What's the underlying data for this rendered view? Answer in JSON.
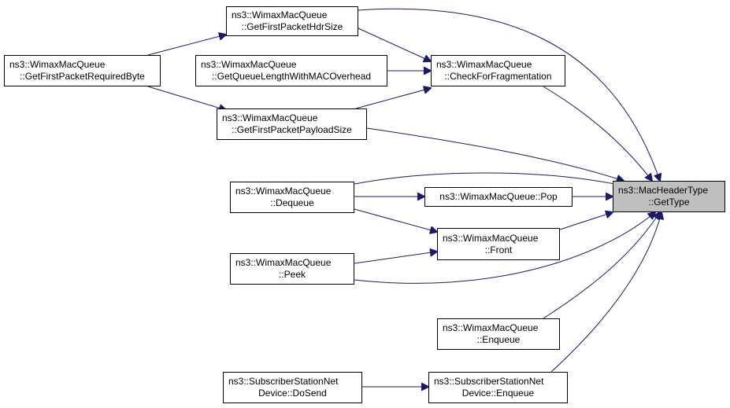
{
  "colors": {
    "edge": "#191970",
    "node_border": "#000000",
    "node_fill": "#ffffff",
    "focus_fill": "#bfbfbf"
  },
  "nodes": {
    "get_type": {
      "line1": "ns3::MacHeaderType",
      "line2": "::GetType"
    },
    "get_first_packet_hdr_size": {
      "line1": "ns3::WimaxMacQueue",
      "line2": "::GetFirstPacketHdrSize"
    },
    "get_first_packet_required_byte": {
      "line1": "ns3::WimaxMacQueue",
      "line2": "::GetFirstPacketRequiredByte"
    },
    "get_queue_length_with_mac_overhead": {
      "line1": "ns3::WimaxMacQueue",
      "line2": "::GetQueueLengthWithMACOverhead"
    },
    "check_for_fragmentation": {
      "line1": "ns3::WimaxMacQueue",
      "line2": "::CheckForFragmentation"
    },
    "get_first_packet_payload_size": {
      "line1": "ns3::WimaxMacQueue",
      "line2": "::GetFirstPacketPayloadSize"
    },
    "dequeue": {
      "line1": "ns3::WimaxMacQueue",
      "line2": "::Dequeue"
    },
    "pop": {
      "line1": "ns3::WimaxMacQueue::Pop"
    },
    "front": {
      "line1": "ns3::WimaxMacQueue",
      "line2": "::Front"
    },
    "peek": {
      "line1": "ns3::WimaxMacQueue",
      "line2": "::Peek"
    },
    "wimax_enqueue": {
      "line1": "ns3::WimaxMacQueue",
      "line2": "::Enqueue"
    },
    "do_send": {
      "line1": "ns3::SubscriberStationNet",
      "line2": "Device::DoSend"
    },
    "ss_enqueue": {
      "line1": "ns3::SubscriberStationNet",
      "line2": "Device::Enqueue"
    }
  },
  "edges": [
    {
      "from": "get_first_packet_hdr_size",
      "to": "get_type"
    },
    {
      "from": "get_first_packet_required_byte",
      "to": "get_first_packet_hdr_size"
    },
    {
      "from": "get_first_packet_required_byte",
      "to": "get_first_packet_payload_size"
    },
    {
      "from": "get_first_packet_hdr_size",
      "to": "check_for_fragmentation"
    },
    {
      "from": "get_queue_length_with_mac_overhead",
      "to": "check_for_fragmentation"
    },
    {
      "from": "get_first_packet_payload_size",
      "to": "check_for_fragmentation"
    },
    {
      "from": "check_for_fragmentation",
      "to": "get_type"
    },
    {
      "from": "get_first_packet_payload_size",
      "to": "get_type"
    },
    {
      "from": "dequeue",
      "to": "get_type"
    },
    {
      "from": "dequeue",
      "to": "pop"
    },
    {
      "from": "pop",
      "to": "get_type"
    },
    {
      "from": "dequeue",
      "to": "front"
    },
    {
      "from": "front",
      "to": "get_type"
    },
    {
      "from": "peek",
      "to": "front"
    },
    {
      "from": "peek",
      "to": "get_type"
    },
    {
      "from": "wimax_enqueue",
      "to": "get_type"
    },
    {
      "from": "ss_enqueue",
      "to": "get_type"
    },
    {
      "from": "do_send",
      "to": "ss_enqueue"
    }
  ]
}
